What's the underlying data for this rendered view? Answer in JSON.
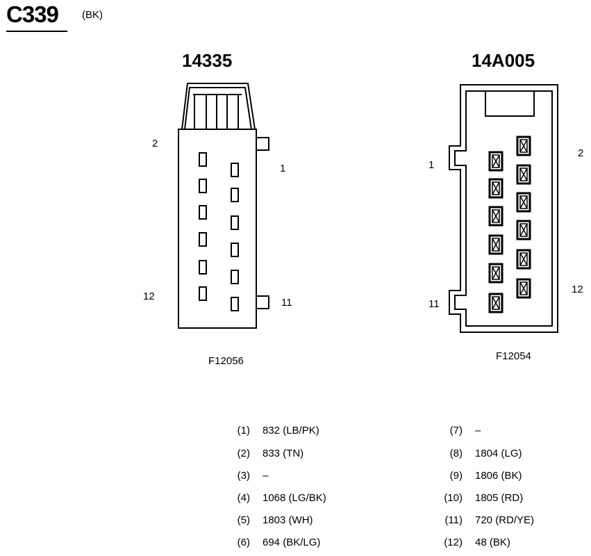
{
  "header": {
    "connector_id": "C339",
    "color": "(BK)"
  },
  "left_connector": {
    "part_number": "14335",
    "figure_ref": "F12056",
    "pin_labels": {
      "top_left": "2",
      "top_right": "1",
      "bottom_left": "12",
      "bottom_right": "11"
    }
  },
  "right_connector": {
    "part_number": "14A005",
    "figure_ref": "F12054",
    "pin_labels": {
      "top_left": "1",
      "top_right": "2",
      "bottom_left": "11",
      "bottom_right": "12"
    }
  },
  "pinout_left": [
    {
      "pin": "(1)",
      "circuit": "832 (LB/PK)"
    },
    {
      "pin": "(2)",
      "circuit": "833 (TN)"
    },
    {
      "pin": "(3)",
      "circuit": "–"
    },
    {
      "pin": "(4)",
      "circuit": "1068 (LG/BK)"
    },
    {
      "pin": "(5)",
      "circuit": "1803 (WH)"
    },
    {
      "pin": "(6)",
      "circuit": "694 (BK/LG)"
    }
  ],
  "pinout_right": [
    {
      "pin": "(7)",
      "circuit": "–"
    },
    {
      "pin": "(8)",
      "circuit": "1804 (LG)"
    },
    {
      "pin": "(9)",
      "circuit": "1806 (BK)"
    },
    {
      "pin": "(10)",
      "circuit": "1805 (RD)"
    },
    {
      "pin": "(11)",
      "circuit": "720 (RD/YE)"
    },
    {
      "pin": "(12)",
      "circuit": "48 (BK)"
    }
  ]
}
